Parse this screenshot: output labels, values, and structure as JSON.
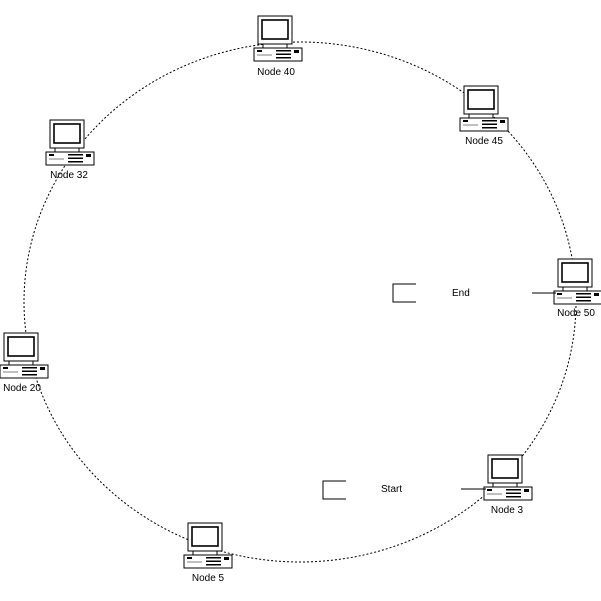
{
  "diagram": {
    "ring": {
      "style": "dotted"
    },
    "nodes": [
      {
        "id": "node-40",
        "label": "Node 40"
      },
      {
        "id": "node-45",
        "label": "Node 45"
      },
      {
        "id": "node-50",
        "label": "Node 50"
      },
      {
        "id": "node-3",
        "label": "Node 3"
      },
      {
        "id": "node-5",
        "label": "Node 5"
      },
      {
        "id": "node-20",
        "label": "Node 20"
      },
      {
        "id": "node-32",
        "label": "Node 32"
      }
    ],
    "markers": {
      "end": {
        "label": "End"
      },
      "start": {
        "label": "Start"
      }
    }
  }
}
